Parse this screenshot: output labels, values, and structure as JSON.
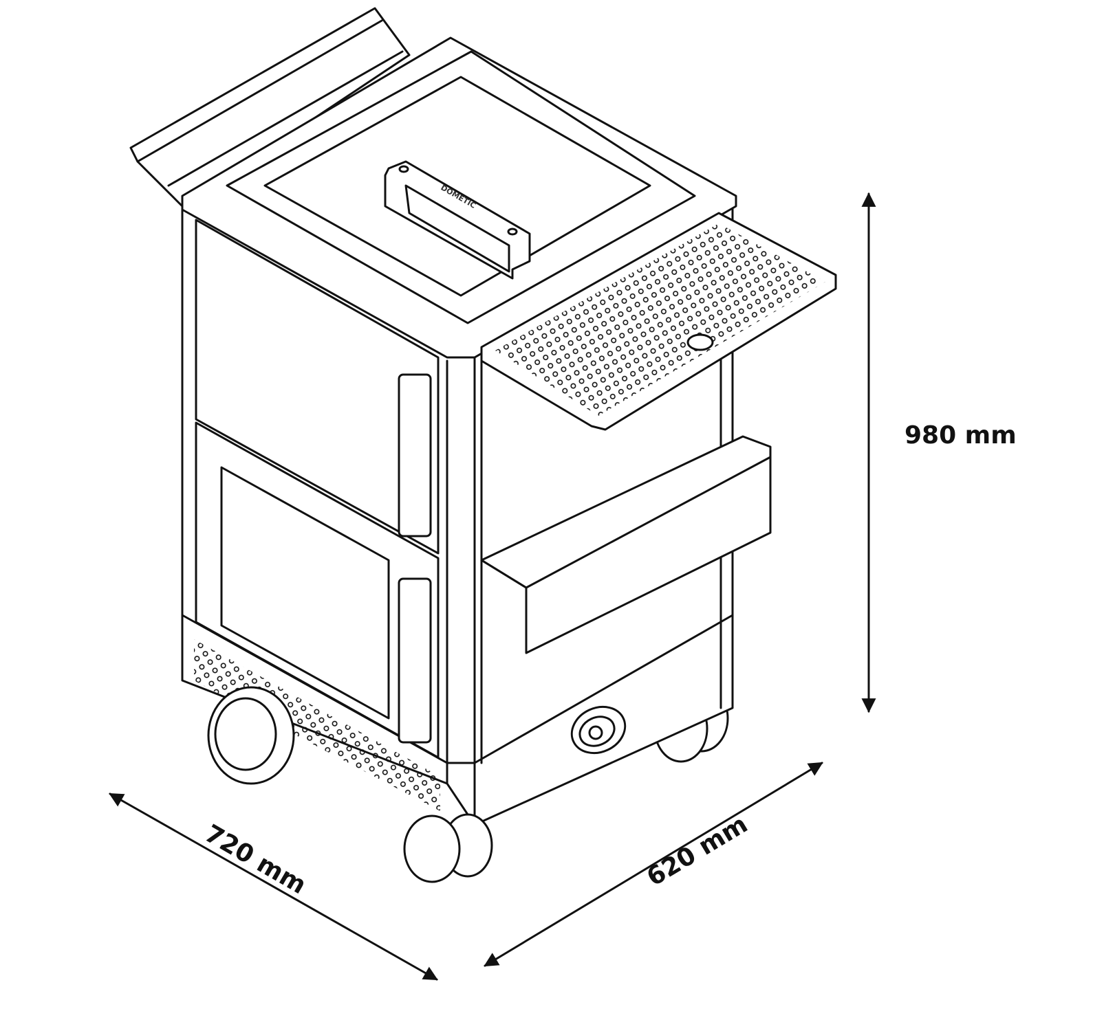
{
  "title": "Cart dimensions drawing",
  "brand_logo": "DOMETIC",
  "dimensions": {
    "height": "980 mm",
    "width": "720 mm",
    "depth": "620 mm"
  },
  "colors": {
    "line": "#111111",
    "background": "#ffffff"
  }
}
